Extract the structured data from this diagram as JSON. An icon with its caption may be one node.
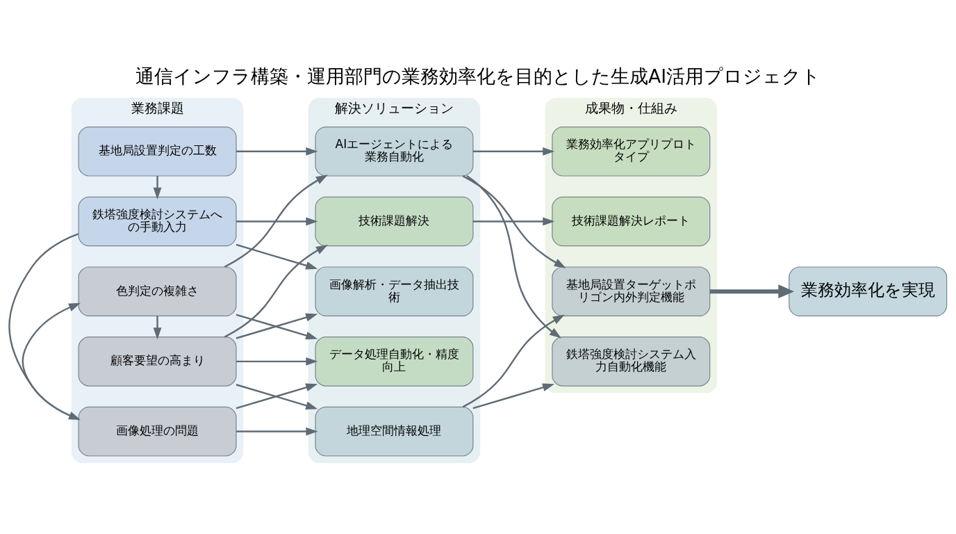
{
  "diagram": {
    "title": "通信インフラ構築・運用部門の業務効率化を目的とした生成AI活用プロジェクト",
    "nodes": [
      {
        "text": [
          "業務課題"
        ]
      },
      {
        "text": [
          "基地局設置判定の工数"
        ],
        "in": 0
      },
      {
        "text": [
          "鉄塔強度検討システムへの手動入力"
        ],
        "in": 0
      },
      {
        "text": [
          "画像処理の問題"
        ],
        "in": 0
      },
      {
        "text": [
          "色判定の複雑さ"
        ],
        "in": 0
      },
      {
        "text": [
          "顧客要望の高まり"
        ],
        "in": 0
      },
      {
        "text": [
          "解決ソリューション"
        ]
      },
      {
        "text": [
          "AIエージェントによる業務自動化"
        ],
        "in": 6
      },
      {
        "text": [
          "画像解析・データ抽出技術"
        ],
        "in": 6
      },
      {
        "text": [
          "地理空間情報処理"
        ],
        "in": 6
      },
      {
        "text": [
          "技術課題解決"
        ],
        "in": 6
      },
      {
        "text": [
          "データ処理自動化・精度向上"
        ],
        "in": 6
      },
      {
        "text": [
          "成果物・仕組み"
        ]
      },
      {
        "text": [
          "基地局設置ターゲットポリゴン内外判定機能"
        ],
        "in": 12
      },
      {
        "text": [
          "鉄塔強度検討システム入力自動化機能"
        ],
        "in": 12
      },
      {
        "text": [
          "業務効率化アプリプロトタイプ"
        ],
        "in": 12
      },
      {
        "text": [
          "技術課題解決レポート"
        ],
        "in": 12
      },
      {
        "text": [
          "業務効率化を実現"
        ]
      }
    ],
    "edges": [
      {
        "from": 1,
        "to": 2,
        "arrow": "to"
      },
      {
        "from": 2,
        "to": 3,
        "arrow": "to"
      },
      {
        "from": 3,
        "to": 4,
        "arrow": "to"
      },
      {
        "from": 4,
        "to": 5,
        "arrow": "to"
      },
      {
        "from": 1,
        "to": 7,
        "arrow": "to"
      },
      {
        "from": 2,
        "to": 8,
        "arrow": "to"
      },
      {
        "from": 2,
        "to": 10,
        "arrow": "to"
      },
      {
        "from": 3,
        "to": 9,
        "arrow": "to"
      },
      {
        "from": 3,
        "to": 11,
        "arrow": "to"
      },
      {
        "from": 4,
        "to": 7,
        "arrow": "to"
      },
      {
        "from": 4,
        "to": 11,
        "arrow": "to"
      },
      {
        "from": 5,
        "to": 8,
        "arrow": "to"
      },
      {
        "from": 5,
        "to": 9,
        "arrow": "to"
      },
      {
        "from": 5,
        "to": 10,
        "arrow": "to"
      },
      {
        "from": 5,
        "to": 11,
        "arrow": "to"
      },
      {
        "from": 7,
        "to": 13,
        "arrow": "to"
      },
      {
        "from": 7,
        "to": 14,
        "arrow": "to"
      },
      {
        "from": 7,
        "to": 15,
        "arrow": "to"
      },
      {
        "from": 9,
        "to": 13,
        "arrow": "to"
      },
      {
        "from": 9,
        "to": 14,
        "arrow": "to"
      },
      {
        "from": 10,
        "to": 16,
        "arrow": "to"
      },
      {
        "from": 13,
        "to": 17,
        "arrow": "to",
        "style": "thick"
      }
    ]
  }
}
